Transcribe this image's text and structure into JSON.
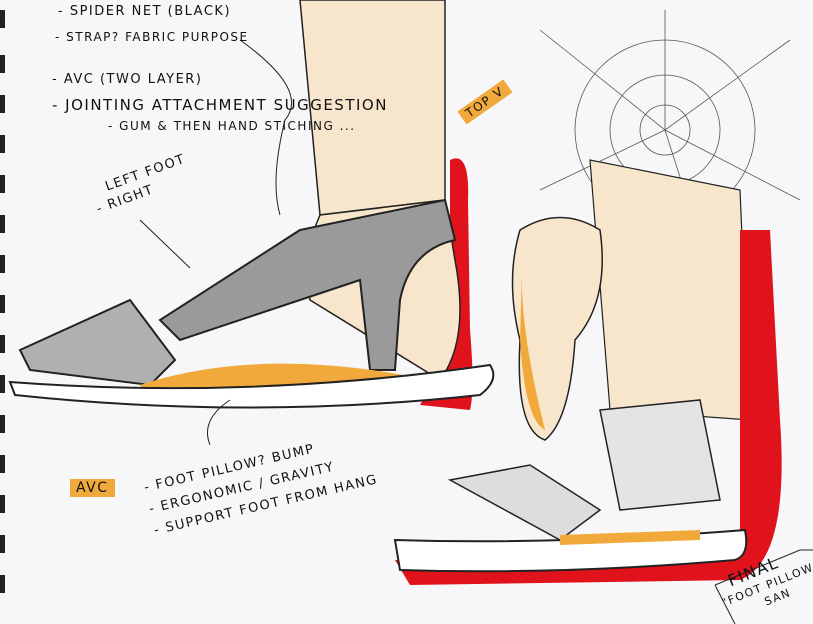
{
  "notes": {
    "spider_net": "- SPIDER NET (BLACK)",
    "strap": "- STRAP? FABRIC PURPOSE",
    "avc_layer": "- AVC (TWO LAYER)",
    "jointing": "- JOINTING ATTACHMENT SUGGESTION",
    "gum": "- GUM & THEN HAND STICHING ...",
    "left_foot": "LEFT FOOT",
    "right": "- RIGHT",
    "top_view": "TOP V",
    "avc_label": "AVC",
    "pillow": "- FOOT PILLOW? BUMP",
    "ergonomic": "- ERGONOMIC / GRAVITY",
    "support": "- SUPPORT FOOT FROM HANG",
    "final": "FINAL",
    "final_sub_1": "\"FOOT PILLOW",
    "final_sub_2": "SAN"
  },
  "colors": {
    "red": "#e0131c",
    "orange": "#f2a93b",
    "paper": "#f7f7f9",
    "ink": "#111111",
    "skin": "#f5dfc0",
    "grey": "#8a8a8a"
  }
}
